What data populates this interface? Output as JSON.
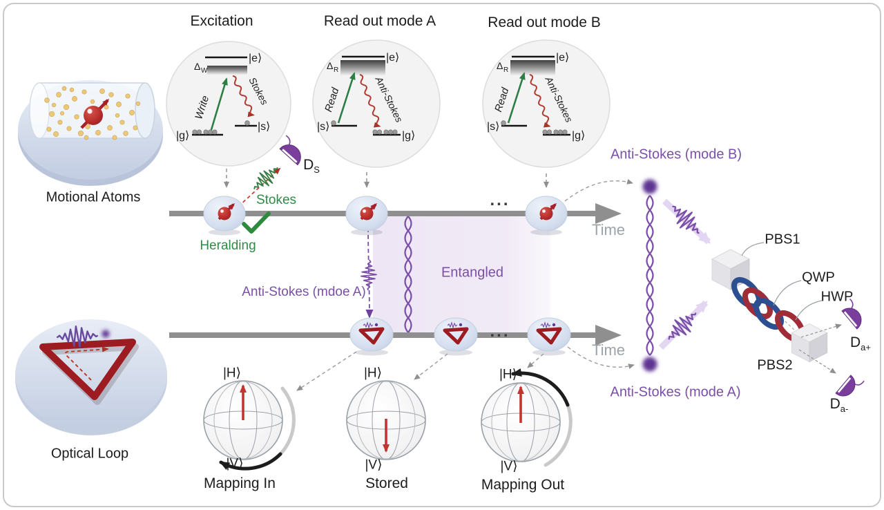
{
  "insets": [
    {
      "title": "Excitation",
      "delta": "Δ",
      "delta_sub": "W",
      "excited": "|e⟩",
      "pump": "Write",
      "emission": "Stokes",
      "lower_left": "|g⟩",
      "lower_right": "|s⟩"
    },
    {
      "title": "Read out mode A",
      "delta": "Δ",
      "delta_sub": "R",
      "excited": "|e⟩",
      "pump": "Read",
      "emission": "Anti-Stokes",
      "lower_left": "|s⟩",
      "lower_right": "|g⟩"
    },
    {
      "title": "Read out mode B",
      "delta": "Δ",
      "delta_sub": "R",
      "excited": "|e⟩",
      "pump": "Read",
      "emission": "Anti-Stokes",
      "lower_left": "|s⟩",
      "lower_right": "|g⟩"
    }
  ],
  "apparatus": {
    "motional_atoms": "Motional Atoms",
    "optical_loop": "Optical Loop"
  },
  "timeline": {
    "time_label": "Time",
    "ellipsis": "...",
    "stokes": "Stokes",
    "heralding": "Heralding",
    "anti_stokes_mode_a_mid": "Anti-Stokes (mdoe A)",
    "entangled": "Entangled",
    "anti_stokes_mode_b": "Anti-Stokes (mode B)",
    "anti_stokes_mode_a": "Anti-Stokes (mode A)"
  },
  "optics": {
    "pbs1": "PBS1",
    "qwp": "QWP",
    "hwp": "HWP",
    "pbs2": "PBS2"
  },
  "detectors": {
    "stokes": {
      "main": "D",
      "sub": "S"
    },
    "a_plus": {
      "main": "D",
      "sub": "a+"
    },
    "a_minus": {
      "main": "D",
      "sub": "a-"
    }
  },
  "bloch_spheres": [
    {
      "north": "|H⟩",
      "south": "|V⟩",
      "caption": "Mapping In"
    },
    {
      "north": "|H⟩",
      "south": "|V⟩",
      "caption": "Stored"
    },
    {
      "north": "|H⟩",
      "south": "|V⟩",
      "caption": "Mapping Out"
    }
  ],
  "colors": {
    "accent_green": "#2e8b47",
    "accent_purple": "#7b4fa8",
    "accent_red": "#a6212a",
    "timeline_gray": "#8f8f8f",
    "entangled_fill": "#ece3f3",
    "ring_blue": "#2c4f92",
    "ring_red": "#a02c38",
    "detector_purple": "#7a3f9d"
  }
}
